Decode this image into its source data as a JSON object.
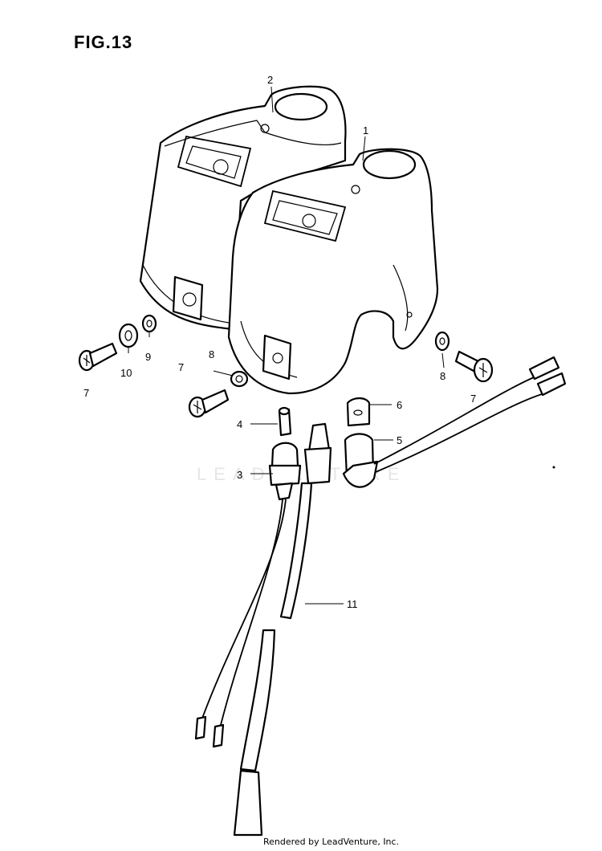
{
  "figure": {
    "title": "FIG.13",
    "watermark": "LEADVENTURE",
    "credit": "Rendered by LeadVenture, Inc."
  },
  "callouts": {
    "c1": "1",
    "c2": "2",
    "c3": "3",
    "c4": "4",
    "c5": "5",
    "c6": "6",
    "c7a": "7",
    "c7b": "7",
    "c7c": "7",
    "c8a": "8",
    "c8b": "8",
    "c9": "9",
    "c10": "10",
    "c11": "11"
  }
}
